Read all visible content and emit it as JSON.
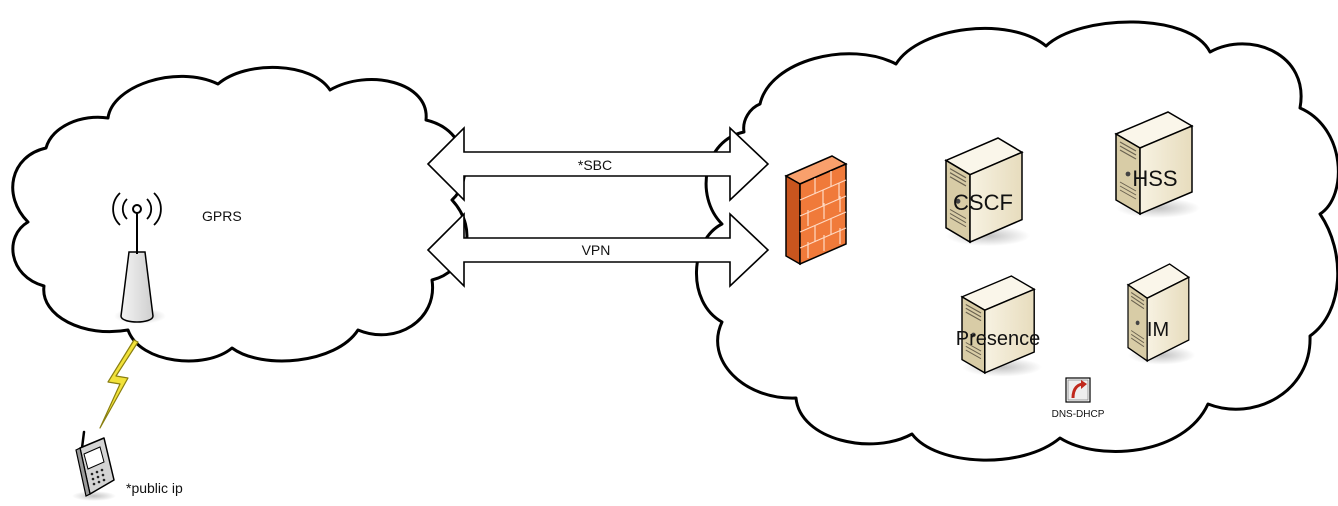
{
  "labels": {
    "gprs": "GPRS",
    "sbc": "*SBC",
    "vpn": "VPN",
    "public_ip": "*public ip",
    "cscf": "CSCF",
    "hss": "HSS",
    "presence": "Presence",
    "im": "IM",
    "dns_dhcp": "DNS-DHCP"
  },
  "icons": {
    "antenna": "radio-tower-icon",
    "phone": "mobile-phone-icon",
    "lightning": "lightning-bolt-icon",
    "firewall": "brick-firewall-icon",
    "server": "server-tower-icon",
    "shortcut": "shortcut-arrow-icon"
  },
  "colors": {
    "firewall": "#f07a3a",
    "firewall_dark": "#c8551e",
    "server_body": "#f3ecd6",
    "server_side": "#dcd0ac",
    "lightning": "#f2e23a",
    "cloud_stroke": "#000000"
  }
}
